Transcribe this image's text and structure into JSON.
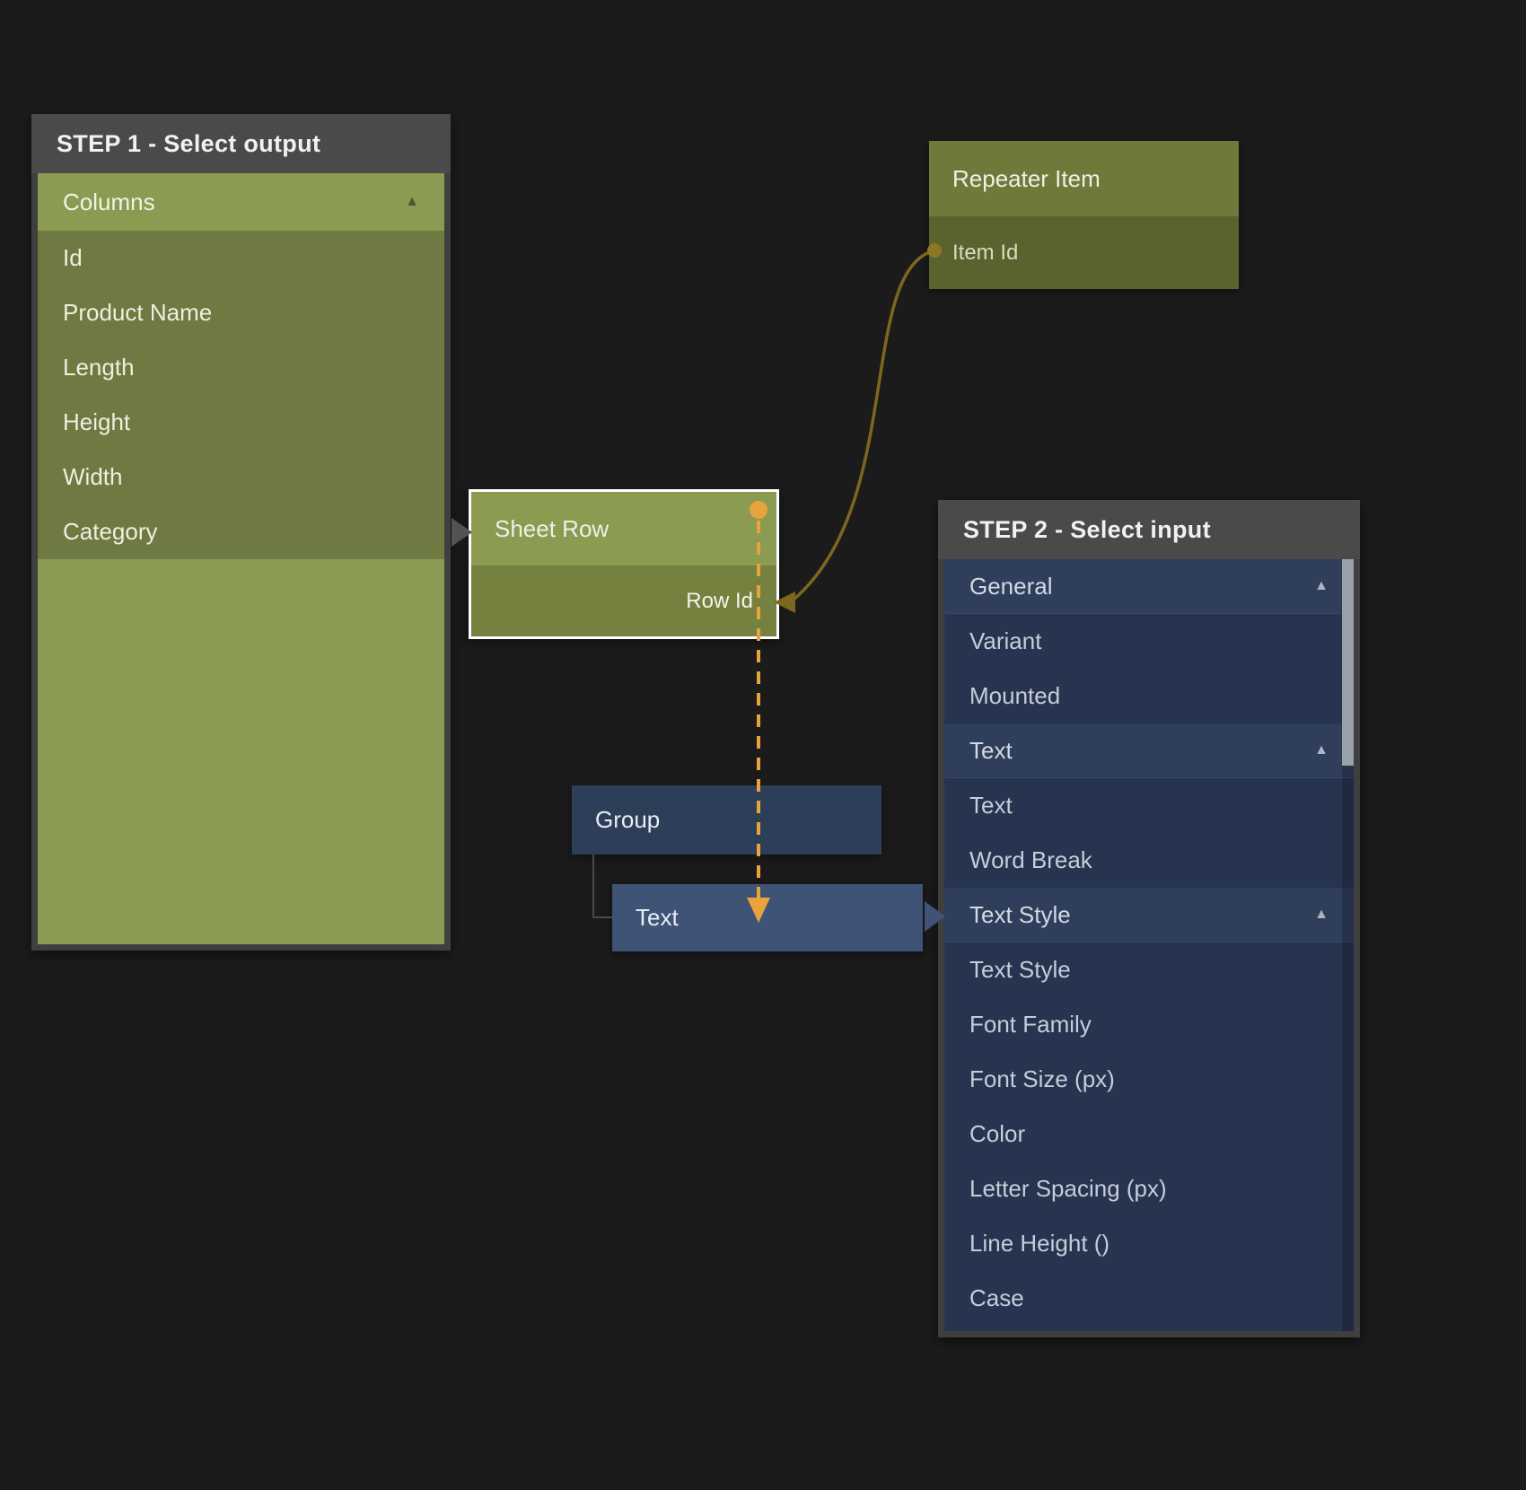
{
  "step1": {
    "title": "STEP 1 - Select output",
    "section_label": "Columns",
    "items": [
      "Id",
      "Product Name",
      "Length",
      "Height",
      "Width",
      "Category"
    ]
  },
  "repeater": {
    "title": "Repeater Item",
    "port_label": "Item Id"
  },
  "sheet_row": {
    "title": "Sheet Row",
    "port_label": "Row Id"
  },
  "group_node": {
    "label": "Group"
  },
  "text_node": {
    "label": "Text"
  },
  "step2": {
    "title": "STEP 2 - Select input",
    "rows": [
      {
        "label": "General",
        "type": "section"
      },
      {
        "label": "Variant",
        "type": "item"
      },
      {
        "label": "Mounted",
        "type": "item"
      },
      {
        "label": "Text",
        "type": "section"
      },
      {
        "label": "Text",
        "type": "item"
      },
      {
        "label": "Word Break",
        "type": "item"
      },
      {
        "label": "Text Style",
        "type": "section"
      },
      {
        "label": "Text Style",
        "type": "item"
      },
      {
        "label": "Font Family",
        "type": "item"
      },
      {
        "label": "Font Size (px)",
        "type": "item"
      },
      {
        "label": "Color",
        "type": "item"
      },
      {
        "label": "Letter Spacing (px)",
        "type": "item"
      },
      {
        "label": "Line Height ()",
        "type": "item"
      },
      {
        "label": "Case",
        "type": "item"
      }
    ]
  },
  "icons": {
    "collapse": "▲"
  },
  "colors": {
    "accent_orange": "#E8A33D",
    "connector_gold": "#7C671E",
    "olive_bright": "#8C9B52",
    "olive_dark": "#6F7A42",
    "navy_panel": "#263450",
    "navy_node": "#3E5375",
    "header_gray": "#4A4A4A"
  }
}
